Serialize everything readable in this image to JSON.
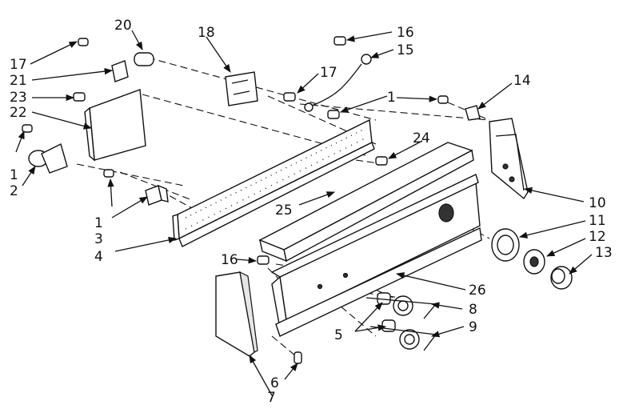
{
  "callouts": {
    "c20": "20",
    "c17a": "17",
    "c21": "21",
    "c23": "23",
    "c22": "22",
    "c1a": "1",
    "c2": "2",
    "c18": "18",
    "c16a": "16",
    "c15": "15",
    "c17b": "17",
    "c1b": "1",
    "c14": "14",
    "c24": "24",
    "c25": "25",
    "c10": "10",
    "c11": "11",
    "c12": "12",
    "c13": "13",
    "c1c": "1",
    "c3": "3",
    "c4": "4",
    "c16b": "16",
    "c26": "26",
    "c8": "8",
    "c9": "9",
    "c5": "5",
    "c6": "6",
    "c7": "7"
  },
  "colors": {
    "ink": "#111111",
    "background": "#ffffff"
  }
}
